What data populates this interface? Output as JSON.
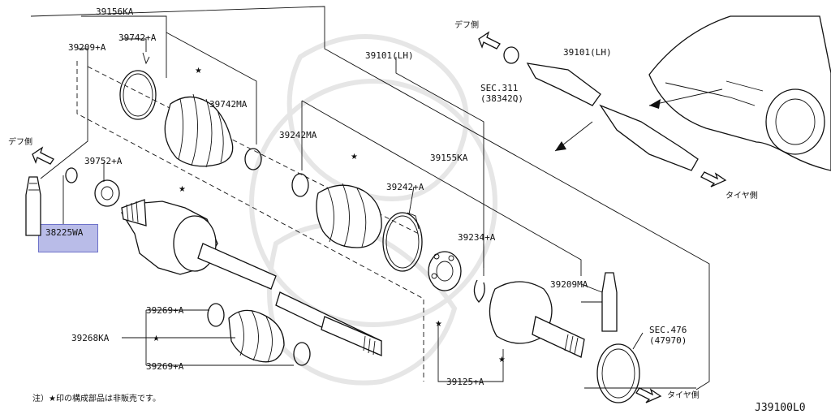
{
  "labels": {
    "p39156KA": "39156KA",
    "p39742A": "39742+A",
    "p39209A": "39209+A",
    "p39742MA": "39742MA",
    "p39752A": "39752+A",
    "p38225WA": "38225WA",
    "p39242MA": "39242MA",
    "p39101LH_main": "39101(LH)",
    "p39155KA": "39155KA",
    "p39242A": "39242+A",
    "p39234A": "39234+A",
    "p39209MA": "39209MA",
    "p39269A_top": "39269+A",
    "p39268KA": "39268KA",
    "p39269A_bottom": "39269+A",
    "p39125A": "39125+A",
    "sec476_a": "SEC.476",
    "sec476_b": "(47970)",
    "p39101LH_inset": "39101(LH)",
    "sec311_a": "SEC.311",
    "sec311_b": "(38342Q)"
  },
  "direction": {
    "diff_side_left": "デフ側",
    "diff_side_top": "デフ側",
    "tire_side_right": "タイヤ側",
    "tire_side_bottom": "タイヤ側"
  },
  "note": "注）★印の構成部品は非販売です。",
  "diagram_code": "J39100L0",
  "star": "★",
  "highlight_color": "#b9bce8"
}
